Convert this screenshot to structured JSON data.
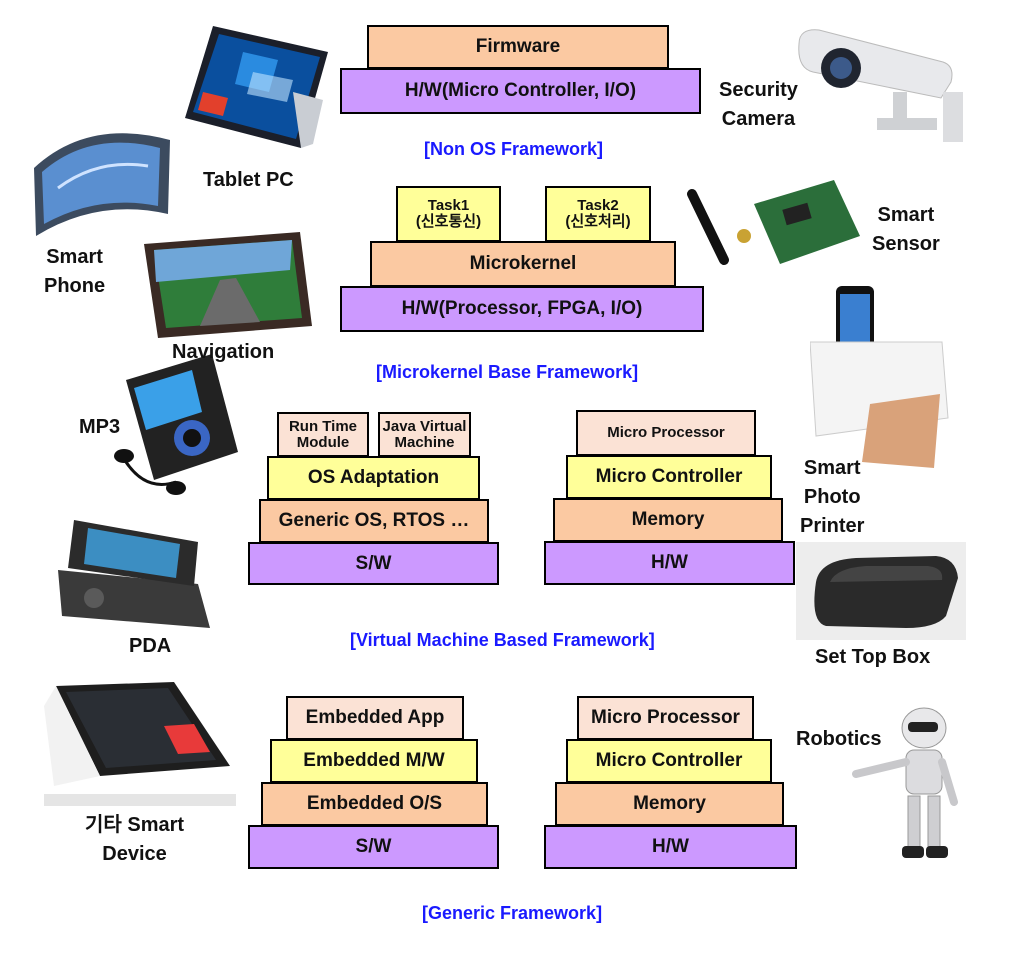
{
  "frameworks": {
    "non_os": {
      "caption": "[Non OS Framework]",
      "firmware": "Firmware",
      "hw": "H/W(Micro Controller, I/O)"
    },
    "microkernel": {
      "caption": "[Microkernel Base Framework]",
      "task1": [
        "Task1",
        "(신호통신)"
      ],
      "task2": [
        "Task2",
        "(신호처리)"
      ],
      "microkernel": "Microkernel",
      "hw": "H/W(Processor, FPGA, I/O)"
    },
    "virtual_machine": {
      "caption": "[Virtual Machine Based Framework]",
      "sw_stack": {
        "runtime": [
          "Run Time",
          "Module"
        ],
        "jvm": [
          "Java Virtual",
          "Machine"
        ],
        "os_adaptation": "OS Adaptation",
        "generic_os": "Generic OS, RTOS …",
        "sw": "S/W"
      },
      "hw_stack": {
        "micro_processor": "Micro Processor",
        "micro_controller": "Micro Controller",
        "memory": "Memory",
        "hw": "H/W"
      }
    },
    "generic": {
      "caption": "[Generic Framework]",
      "sw_stack": {
        "app": "Embedded App",
        "mw": "Embedded M/W",
        "os": "Embedded O/S",
        "sw": "S/W"
      },
      "hw_stack": {
        "micro_processor": "Micro Processor",
        "micro_controller": "Micro Controller",
        "memory": "Memory",
        "hw": "H/W"
      }
    }
  },
  "devices": {
    "tablet_pc": [
      "Tablet PC"
    ],
    "smart_phone": [
      "Smart",
      "Phone"
    ],
    "navigation": [
      "Navigation"
    ],
    "mp3": [
      "MP3"
    ],
    "pda": [
      "PDA"
    ],
    "other_smart_device": [
      "기타 Smart",
      "Device"
    ],
    "security_camera": [
      "Security",
      "Camera"
    ],
    "smart_sensor": [
      "Smart",
      "Sensor"
    ],
    "smart_photo_printer": [
      "Smart",
      "Photo",
      "Printer"
    ],
    "set_top_box": [
      "Set Top Box"
    ],
    "robotics": [
      "Robotics"
    ]
  },
  "colors": {
    "hw_layer": "#cc99ff",
    "kernel_layer": "#fbc9a2",
    "adaptation_layer": "#ffff99",
    "top_layer": "#fbe2d5",
    "caption": "#1a1aff"
  }
}
